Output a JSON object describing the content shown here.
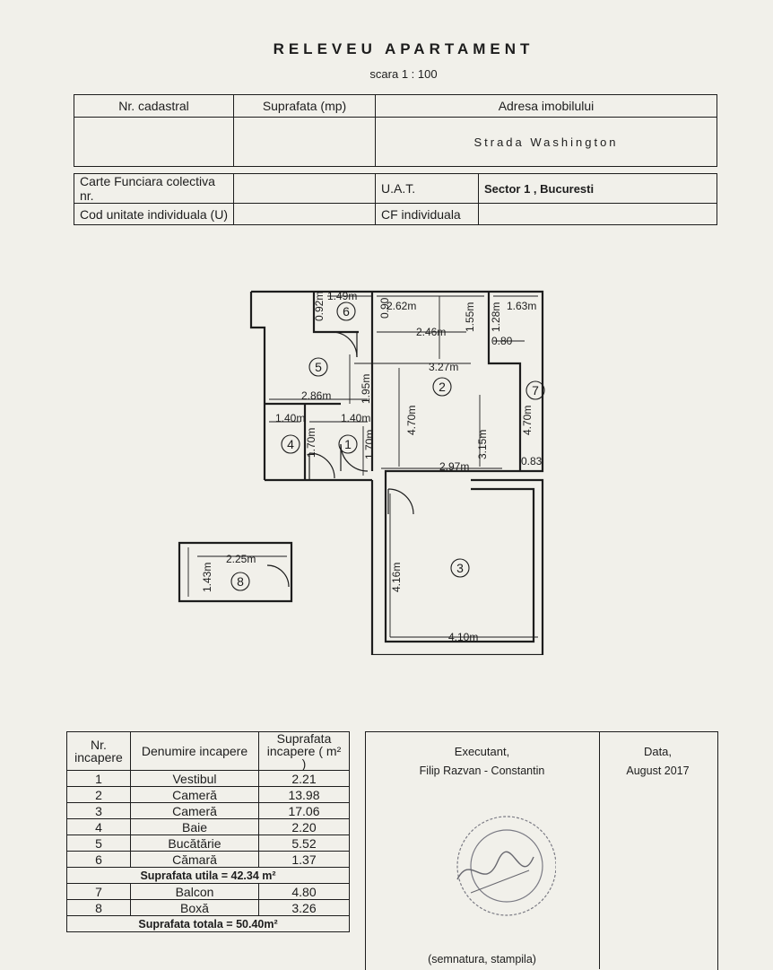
{
  "header": {
    "title": "RELEVEU APARTAMENT",
    "scale": "scara 1 : 100"
  },
  "info_table": {
    "col_cadastral": "Nr. cadastral",
    "col_surface": "Suprafata (mp)",
    "col_address": "Adresa imobilului",
    "address_value": "Strada Washington"
  },
  "registry_table": {
    "cf_collective_label": "Carte Funciara colectiva nr.",
    "unit_code_label": "Cod unitate individuala (U)",
    "uat_label": "U.A.T.",
    "uat_value": "Sector 1 ,    Bucuresti",
    "cf_individual_label": "CF individuala"
  },
  "plan": {
    "labels": {
      "d_149": "1.49m",
      "d_092": "0.92m",
      "d_090": "0.90",
      "d_262": "2.62m",
      "d_155": "1.55m",
      "d_128": "1.28m",
      "d_163": "1.63m",
      "d_080": "0.80",
      "d_246": "2.46m",
      "d_327": "3.27m",
      "d_195": "1.95m",
      "d_470a": "4.70m",
      "d_470b": "4.70m",
      "d_286": "2.86m",
      "d_140a": "1.40m",
      "d_140b": "1.40m",
      "d_170a": "1.70m",
      "d_170b": "1.70m",
      "d_315": "3.15m",
      "d_297": "2.97m",
      "d_083": "0.83",
      "d_225": "2.25m",
      "d_143": "1.43m",
      "d_416": "4.16m",
      "d_410": "4.10m"
    },
    "room_numbers": [
      "1",
      "2",
      "3",
      "4",
      "5",
      "6",
      "7",
      "8"
    ]
  },
  "rooms_table": {
    "col_nr": "Nr. incapere",
    "col_name": "Denumire incapere",
    "col_area": "Suprafata incapere ( m² )",
    "rows": [
      {
        "nr": "1",
        "name": "Vestibul",
        "area": "2.21"
      },
      {
        "nr": "2",
        "name": "Cameră",
        "area": "13.98"
      },
      {
        "nr": "3",
        "name": "Cameră",
        "area": "17.06"
      },
      {
        "nr": "4",
        "name": "Baie",
        "area": "2.20"
      },
      {
        "nr": "5",
        "name": "Bucătărie",
        "area": "5.52"
      },
      {
        "nr": "6",
        "name": "Cămară",
        "area": "1.37"
      }
    ],
    "useful_total": "Suprafata utila = 42.34 m²",
    "extra_rows": [
      {
        "nr": "7",
        "name": "Balcon",
        "area": "4.80"
      },
      {
        "nr": "8",
        "name": "Boxă",
        "area": "3.26"
      }
    ],
    "grand_total": "Suprafata totala = 50.40m²"
  },
  "executant": {
    "heading": "Executant,",
    "name": "Filip Razvan - Constantin",
    "date_heading": "Data,",
    "date_value": "August 2017",
    "signature_note": "(semnatura, stampila)"
  }
}
